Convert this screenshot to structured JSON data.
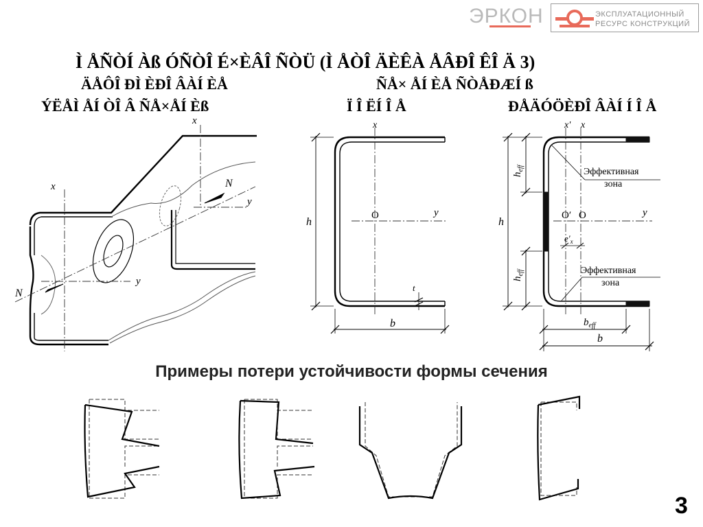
{
  "header": {
    "logo_left_text": "ЭРКОН",
    "logo_right_line1": "ЭКСПЛУАТАЦИОННЫЙ",
    "logo_right_line2": "РЕСУРС КОНСТРУКЦИЙ"
  },
  "titles": {
    "main": "Ì ÅÑÒÍ Àß ÓÑÒÎ É×ÈÂÎ ÑÒÜ (Ì ÅÒÎ ÄÈÊÀ ÅÂÐÎ ÊÎ Ä 3)",
    "left_line1": "ÄÅÔÎ ÐÌ ÈÐÎ ÂÀÍ ÈÅ",
    "left_line2": "ÝËÅÌ ÅÍ ÒÎ Â ÑÅ×ÅÍ Èß",
    "right_line1": "ÑÅ× ÅÍ ÈÅ ÑÒÅÐÆÍ ß",
    "mid_line2": "Ï Î ËÍ Î Å",
    "right_line2": "ÐÅÄÓÖÈÐÎ ÂÀÍ Í Î Å"
  },
  "labels": {
    "x": "x",
    "y": "y",
    "N": "N",
    "h": "h",
    "b": "b",
    "t": "t",
    "O": "O",
    "O_prime": "O′",
    "x_prime": "x'",
    "h_base": "h",
    "h_sub": "eff",
    "b_base": "b",
    "b_sub": "eff",
    "e_base": "e'",
    "e_sub": "x",
    "effective_zone_line1": "Эффективная",
    "effective_zone_line2": "зона"
  },
  "examples_caption": "Примеры потери устойчивости формы сечения",
  "slide_number": "3",
  "colors": {
    "line": "#000000",
    "thin": "#444444",
    "logo_red": "#e86a5a",
    "logo_gray": "#b9b9b9",
    "hatch": "#111111"
  }
}
